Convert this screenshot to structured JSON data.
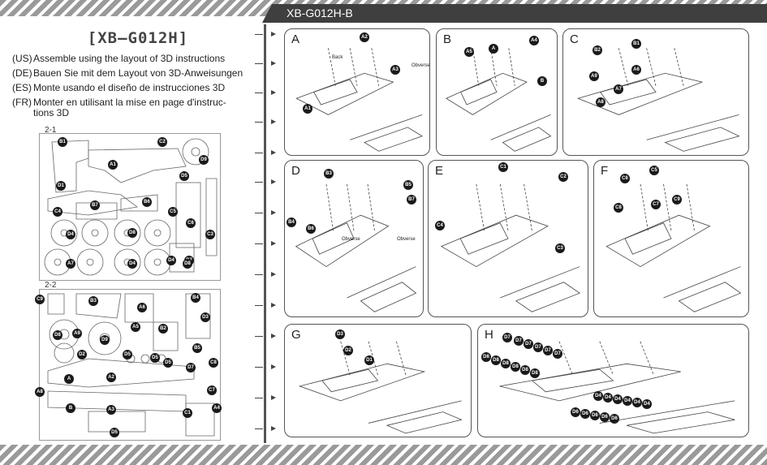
{
  "header": {
    "model_code": "XB-G012H-B",
    "title": "[XB—G012H]"
  },
  "instructions": [
    {
      "code": "(US)",
      "text": "Assemble using the layout of 3D instructions"
    },
    {
      "code": "(DE)",
      "text": "Bauen Sie mit dem Layout von 3D-Anweisungen"
    },
    {
      "code": "(ES)",
      "text": "Monte usando el diseño de instrucciones 3D"
    },
    {
      "code": "(FR)",
      "text": "Monter en utilisant la mise en page d'instruc-",
      "text2": "tions 3D"
    }
  ],
  "sheets": [
    {
      "label": "2-1",
      "parts": [
        "B1",
        "C2",
        "D9",
        "A1",
        "D5",
        "D1",
        "B7",
        "B6",
        "C4",
        "C5",
        "C6",
        "C3",
        "D4",
        "D8",
        "D4",
        "D7",
        "A7",
        "D4",
        "D8"
      ]
    },
    {
      "label": "2-2",
      "parts": [
        "C9",
        "B3",
        "A6",
        "B4",
        "D3",
        "D8",
        "A9",
        "A5",
        "D9",
        "B2",
        "D2",
        "D5",
        "D5",
        "B5",
        "C8",
        "D5",
        "D7",
        "A",
        "A2",
        "A8",
        "C7",
        "B",
        "A3",
        "C1",
        "A4",
        "D5"
      ]
    }
  ],
  "panels": [
    {
      "letter": "A",
      "callouts": [
        "A2",
        "A3",
        "A1"
      ],
      "notes": [
        "Back",
        "Obverse"
      ]
    },
    {
      "letter": "B",
      "callouts": [
        "A4",
        "A5",
        "A",
        "B"
      ],
      "notes": []
    },
    {
      "letter": "C",
      "callouts": [
        "B1",
        "B2",
        "A6",
        "A9",
        "A7",
        "A8"
      ],
      "notes": []
    },
    {
      "letter": "D",
      "callouts": [
        "B3",
        "B5",
        "B7",
        "B4",
        "B6"
      ],
      "notes": [
        "Obverse",
        "Obverse"
      ]
    },
    {
      "letter": "E",
      "callouts": [
        "C1",
        "C2",
        "C4",
        "C3"
      ],
      "notes": []
    },
    {
      "letter": "F",
      "callouts": [
        "C5",
        "C6",
        "C8",
        "C7",
        "C9"
      ],
      "notes": []
    },
    {
      "letter": "G",
      "callouts": [
        "D3",
        "D2",
        "D1"
      ],
      "notes": []
    },
    {
      "letter": "H",
      "callouts": [
        "D7",
        "D7",
        "D7",
        "D7",
        "D7",
        "D7",
        "D8",
        "D8",
        "D8",
        "D8",
        "D8",
        "D8",
        "D4",
        "D4",
        "D4",
        "D4",
        "D4",
        "D4",
        "D6",
        "D6",
        "D6",
        "D6",
        "D6"
      ],
      "notes": []
    }
  ]
}
